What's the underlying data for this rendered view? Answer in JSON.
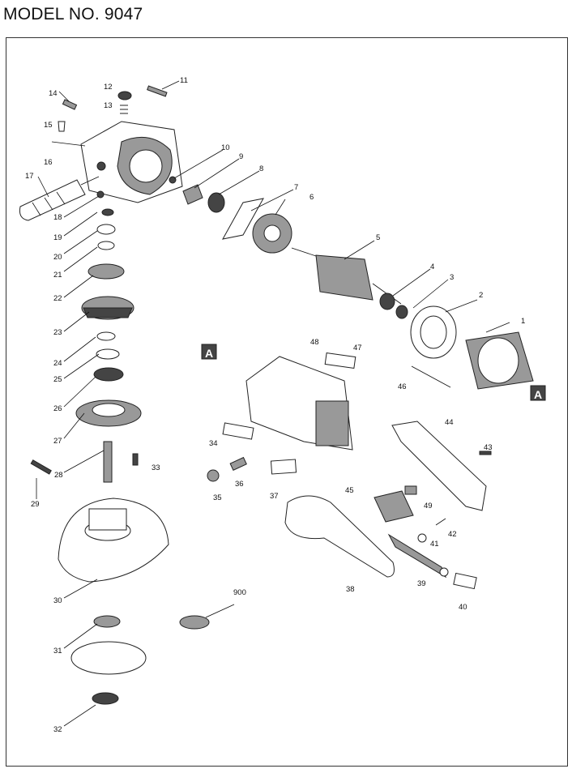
{
  "title": "MODEL NO. 9047",
  "section_marker": "A",
  "callouts": [
    "1",
    "2",
    "3",
    "4",
    "5",
    "6",
    "7",
    "8",
    "9",
    "10",
    "11",
    "12",
    "13",
    "14",
    "15",
    "16",
    "17",
    "18",
    "19",
    "20",
    "21",
    "22",
    "23",
    "24",
    "25",
    "26",
    "27",
    "28",
    "29",
    "30",
    "31",
    "32",
    "33",
    "34",
    "35",
    "36",
    "37",
    "38",
    "39",
    "40",
    "41",
    "42",
    "43",
    "44",
    "45",
    "46",
    "47",
    "48",
    "49",
    "900"
  ]
}
